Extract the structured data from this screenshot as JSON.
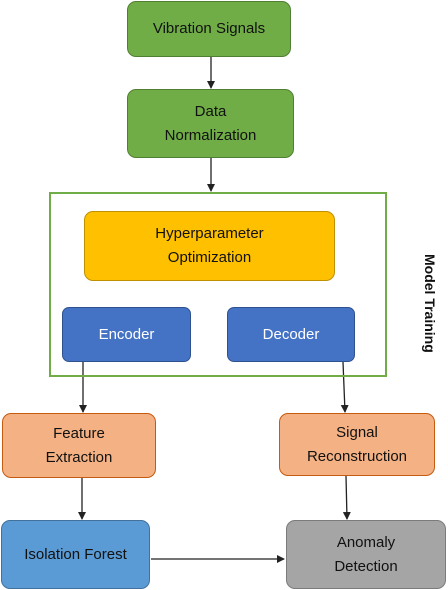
{
  "nodes": {
    "vibration_signals": "Vibration Signals",
    "data_normalization": "Data\nNormalization",
    "hyperparameter_optimization": "Hyperparameter\nOptimization",
    "encoder": "Encoder",
    "decoder": "Decoder",
    "feature_extraction": "Feature\nExtraction",
    "signal_reconstruction": "Signal\nReconstruction",
    "isolation_forest": "Isolation Forest",
    "anomaly_detection": "Anomaly\nDetection"
  },
  "group_label": "Model Training",
  "colors": {
    "green": "#70ad47",
    "yellow": "#ffc000",
    "blue": "#4472c4",
    "salmon": "#f4b183",
    "gray": "#a5a5a5",
    "light_blue": "#5b9bd5",
    "arrow": "#222222"
  }
}
